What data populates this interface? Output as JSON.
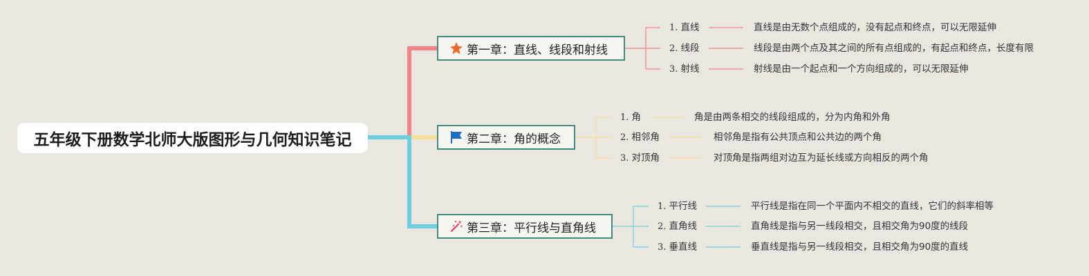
{
  "root": {
    "title": "五年级下册数学北师大版图形与几何知识笔记"
  },
  "colors": {
    "background": "#e9e7e0",
    "chapter1_branch": "#f08488",
    "chapter2_branch": "#f8df98",
    "chapter3_branch": "#6fcde0",
    "chapter_border": "#3f8a7c"
  },
  "chapters": [
    {
      "title": "第一章：直线、线段和射线",
      "icon": "star-icon",
      "items": [
        {
          "num": "1.",
          "term": "直线",
          "desc": "直线是由无数个点组成的，没有起点和终点，可以无限延伸"
        },
        {
          "num": "2.",
          "term": "线段",
          "desc": "线段是由两个点及其之间的所有点组成的，有起点和终点，长度有限"
        },
        {
          "num": "3.",
          "term": "射线",
          "desc": "射线是由一个起点和一个方向组成的，可以无限延伸"
        }
      ]
    },
    {
      "title": "第二章：角的概念",
      "icon": "flag-icon",
      "items": [
        {
          "num": "1.",
          "term": "角",
          "desc": "角是由两条相交的线段组成的，分为内角和外角"
        },
        {
          "num": "2.",
          "term": "相邻角",
          "desc": "相邻角是指有公共顶点和公共边的两个角"
        },
        {
          "num": "3.",
          "term": "对顶角",
          "desc": "对顶角是指两组对边互为延长线或方向相反的两个角"
        }
      ]
    },
    {
      "title": "第三章：平行线与直角线",
      "icon": "magic-wand-icon",
      "items": [
        {
          "num": "1.",
          "term": "平行线",
          "desc": "平行线是指在同一个平面内不相交的直线，它们的斜率相等"
        },
        {
          "num": "2.",
          "term": "直角线",
          "desc": "直角线是指与另一线段相交，且相交角为90度的线段"
        },
        {
          "num": "3.",
          "term": "垂直线",
          "desc": "垂直线是指与另一线段相交，且相交角为90度的直线"
        }
      ]
    }
  ]
}
